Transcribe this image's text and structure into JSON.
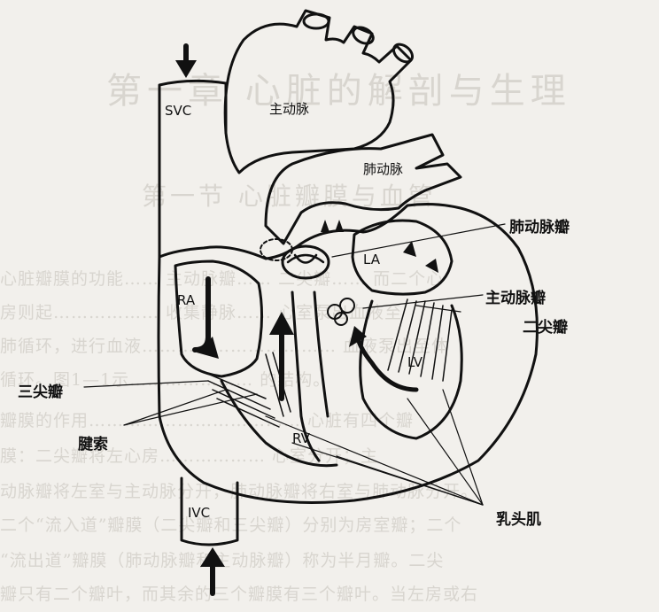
{
  "background_text": {
    "title": "第一章  心脏的解剖与生理",
    "subtitle": "第一节  心脏瓣膜与血管",
    "lines": [
      "心脏瓣膜的功能…… 主动脉瓣…… 二尖瓣…… 而二个心",
      "房则起……………… 收集静脉…… 心室泵出血液至",
      "肺循环，进行血液…………………………… 血液泵出至体",
      "循环。图1—1示………………… 的结构。",
      "瓣膜的作用……………………………… 心脏有四个瓣",
      "膜：二尖瓣将左心房……………… 心室分开；主",
      "动脉瓣将左室与主动脉分开，肺动脉瓣将右室与肺动脉分开。",
      "二个“流入道”瓣膜（二尖瓣和三尖瓣）分别为房室瓣；二个",
      "“流出道”瓣膜（肺动脉瓣和主动脉瓣）称为半月瓣。二尖",
      "瓣只有二个瓣叶，而其余的三个瓣膜有三个瓣叶。当左房或右"
    ]
  },
  "labels": {
    "svc": "SVC",
    "aorta": "主动脉",
    "pulmonary_artery": "肺动脉",
    "pulmonary_valve": "肺动脉瓣",
    "la": "LA",
    "aortic_valve": "主动脉瓣",
    "mitral_valve": "二尖瓣",
    "ra": "RA",
    "tricuspid_valve": "三尖瓣",
    "lv": "LV",
    "chordae": "腱索",
    "rv": "RV",
    "ivc": "IVC",
    "papillary_muscle": "乳头肌"
  },
  "colors": {
    "ink": "#111111",
    "paper": "#f2f0ec",
    "ghost": "#d8d5cf"
  }
}
